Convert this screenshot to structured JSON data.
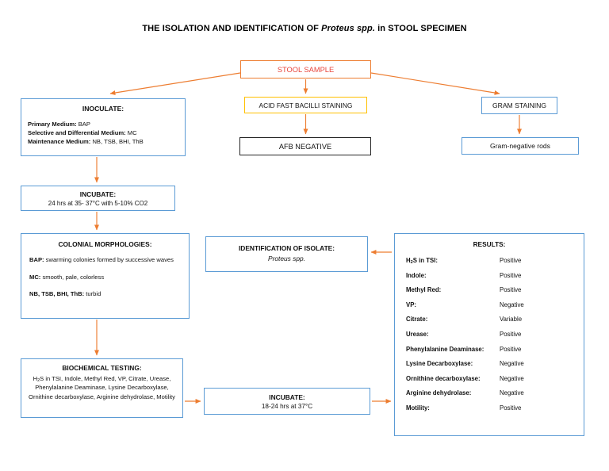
{
  "title": {
    "pre": "THE ISOLATION AND IDENTIFICATION OF ",
    "italic": "Proteus spp.",
    "post": " in STOOL SPECIMEN"
  },
  "colors": {
    "accent_blue": "#5B9BD5",
    "accent_orange": "#ED7D31",
    "accent_yellow": "#FFC000",
    "sample_text_red": "#E8453C",
    "black_border": "#262626"
  },
  "nodes": {
    "stool_sample": {
      "label": "STOOL SAMPLE"
    },
    "afb_staining": {
      "label": "ACID FAST BACILLI STAINING"
    },
    "afb_negative": {
      "label": "AFB NEGATIVE"
    },
    "gram_staining": {
      "label": "GRAM STAINING"
    },
    "gram_rods": {
      "label": "Gram-negative rods"
    },
    "inoculate": {
      "heading": "INOCULATE:",
      "lines": [
        {
          "key": "Primary Medium:",
          "value": " BAP"
        },
        {
          "key": "Selective and Differential Medium:",
          "value": " MC"
        },
        {
          "key": "Maintenance Medium:",
          "value": " NB, TSB, BHI, ThB"
        }
      ]
    },
    "incubate1": {
      "heading": "INCUBATE:",
      "detail": "24 hrs at 35- 37°C with 5-10% CO2"
    },
    "colonial": {
      "heading": "COLONIAL MORPHOLOGIES:",
      "rows": [
        {
          "key": "BAP:",
          "value": " swarming colonies formed by successive waves"
        },
        {
          "key": "MC:",
          "value": " smooth, pale, colorless"
        },
        {
          "key": "NB, TSB, BHI, ThB:",
          "value": " turbid"
        }
      ]
    },
    "biochemical": {
      "heading": "BIOCHEMICAL TESTING:",
      "detail": "H₂S in TSI, Indole, Methyl Red, VP, Citrate, Urease, Phenylalanine Deaminase, Lysine Decarboxylase, Ornithine decarboxylase, Arginine dehydrolase, Motility"
    },
    "incubate2": {
      "heading": "INCUBATE:",
      "detail": "18-24 hrs at 37°C"
    },
    "identification": {
      "heading": "IDENTIFICATION OF ISOLATE:",
      "organism": "Proteus spp."
    },
    "results": {
      "heading": "RESULTS:",
      "rows": [
        {
          "test": "H₂S in TSI:",
          "result": "Positive"
        },
        {
          "test": "Indole:",
          "result": "Positive"
        },
        {
          "test": "Methyl Red:",
          "result": "Positive"
        },
        {
          "test": "VP:",
          "result": "Negative"
        },
        {
          "test": "Citrate:",
          "result": "Variable"
        },
        {
          "test": "Urease:",
          "result": "Positive"
        },
        {
          "test": "Phenylalanine Deaminase:",
          "result": "Positive"
        },
        {
          "test": "Lysine Decarboxylase:",
          "result": "Negative"
        },
        {
          "test": "Ornithine decarboxylase:",
          "result": "Negative"
        },
        {
          "test": "Arginine dehydrolase:",
          "result": "Negative"
        },
        {
          "test": "Motility:",
          "result": "Positive"
        }
      ]
    }
  }
}
